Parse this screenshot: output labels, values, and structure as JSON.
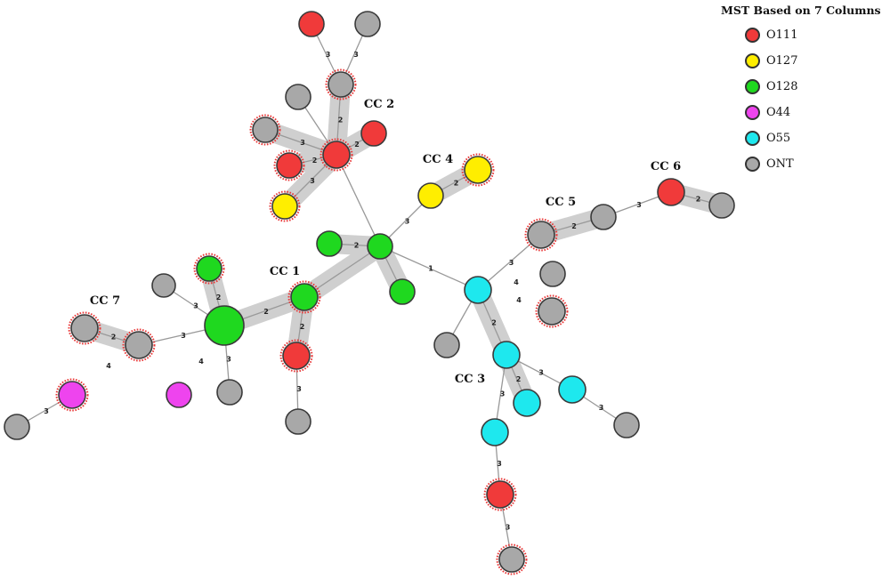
{
  "legend": {
    "title": "MST Based on 7 Columns",
    "items": [
      {
        "label": "O111",
        "color": "#f03a3a"
      },
      {
        "label": "O127",
        "color": "#ffee00"
      },
      {
        "label": "O128",
        "color": "#1fd81f"
      },
      {
        "label": "O44",
        "color": "#ee44ee"
      },
      {
        "label": "O55",
        "color": "#1ee8ee"
      },
      {
        "label": "ONT",
        "color": "#a8a8a8"
      }
    ]
  },
  "clonal_complexes": [
    "CC 1",
    "CC 2",
    "CC 3",
    "CC 4",
    "CC 5",
    "CC 6",
    "CC 7"
  ],
  "edge_weights_shown": [
    "1",
    "2",
    "3",
    "4"
  ],
  "colors": {
    "edge": "#999999",
    "cluster_halo": "#cfcfcf",
    "node_outline": "#3a3a3a",
    "dashed_ring": "#e83a3a"
  }
}
